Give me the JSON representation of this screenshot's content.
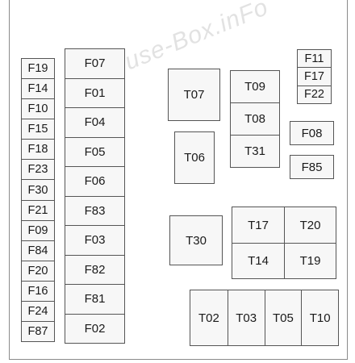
{
  "watermark": "Fuse-Box.inFo",
  "left_column": [
    "F19",
    "F14",
    "F10",
    "F15",
    "F18",
    "F23",
    "F30",
    "F21",
    "F09",
    "F84",
    "F20",
    "F16",
    "F24",
    "F87"
  ],
  "second_column": [
    "F07",
    "F01",
    "F04",
    "F05",
    "F06",
    "F83",
    "F03",
    "F82",
    "F81",
    "F02"
  ],
  "right_top_column": [
    "F11",
    "F17",
    "F22"
  ],
  "relays": {
    "t07": "T07",
    "t06": "T06",
    "t09": "T09",
    "t08": "T08",
    "t31": "T31",
    "t30": "T30"
  },
  "fuses_right": {
    "f08": "F08",
    "f85": "F85"
  },
  "grid_2x2": [
    "T17",
    "T20",
    "T14",
    "T19"
  ],
  "bottom_row": [
    "T02",
    "T03",
    "T05",
    "T10"
  ]
}
